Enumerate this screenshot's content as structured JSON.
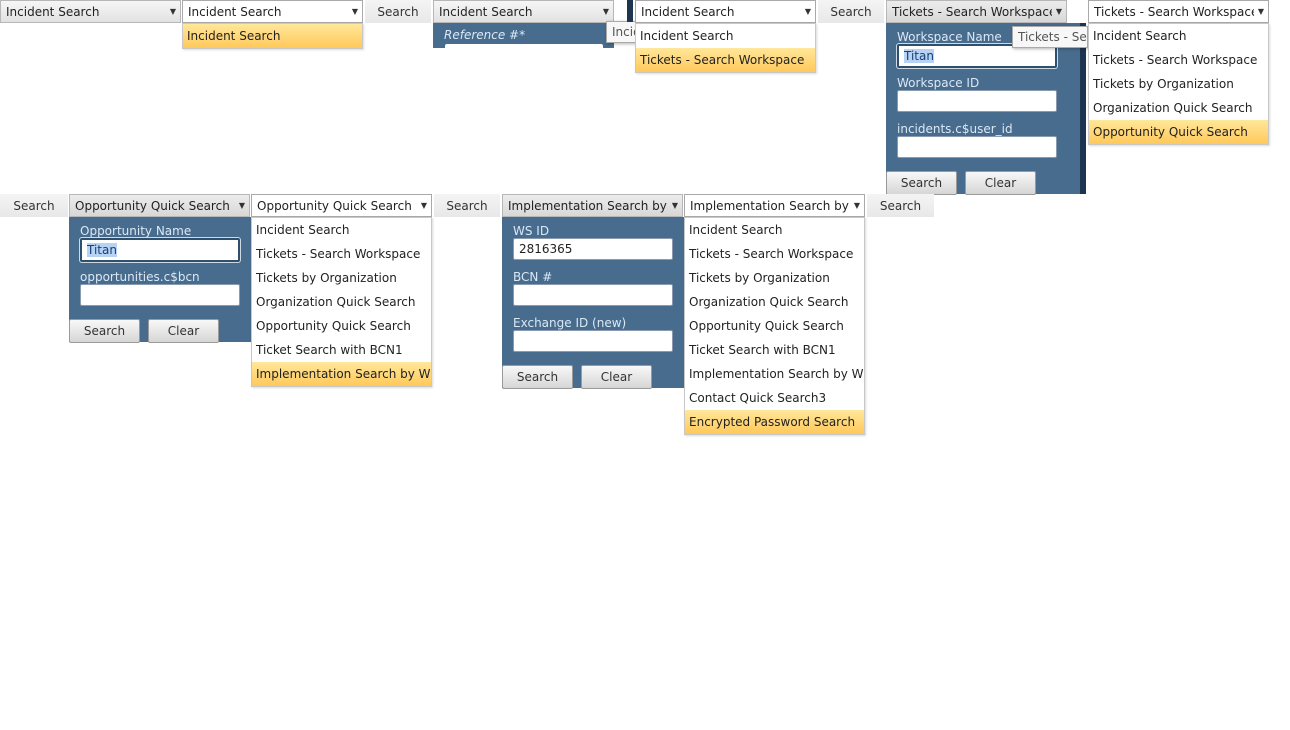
{
  "search_label": "Search",
  "clear_label": "Clear",
  "options": {
    "incident_search": "Incident Search",
    "tickets_search_workspace": "Tickets - Search Workspace",
    "tickets_by_organization": "Tickets by Organization",
    "organization_quick_search": "Organization Quick Search",
    "opportunity_quick_search": "Opportunity Quick Search",
    "ticket_search_bcn1": "Ticket Search with BCN1",
    "implementation_search_ws_id": "Implementation Search by WS ID",
    "contact_quick_search3": "Contact Quick Search3",
    "encrypted_password_search": "Encrypted Password Search"
  },
  "frame1": {
    "combo": "Incident Search"
  },
  "frame2": {
    "combo": "Incident Search",
    "list": [
      "Incident Search"
    ]
  },
  "frame3": {
    "combo": "Incident Search",
    "field_label": "Reference #*",
    "tooltip": "Incid"
  },
  "frame4": {
    "combo": "Incident Search",
    "list": [
      "Incident Search",
      "Tickets - Search Workspace"
    ]
  },
  "frame5": {
    "combo": "Tickets - Search Workspace",
    "tooltip": "Tickets - Sear",
    "fields": [
      {
        "label": "Workspace Name",
        "value": "Titan"
      },
      {
        "label": "Workspace ID",
        "value": ""
      },
      {
        "label": "incidents.c$user_id",
        "value": ""
      }
    ]
  },
  "frame6": {
    "combo": "Tickets - Search Workspace",
    "list": [
      "Incident Search",
      "Tickets - Search Workspace",
      "Tickets by Organization",
      "Organization Quick Search",
      "Opportunity Quick Search"
    ]
  },
  "frame7": {
    "combo": "Opportunity Quick Search",
    "fields": [
      {
        "label": "Opportunity Name",
        "value": "Titan"
      },
      {
        "label": "opportunities.c$bcn",
        "value": ""
      }
    ]
  },
  "frame8": {
    "combo": "Opportunity Quick Search",
    "list": [
      "Incident Search",
      "Tickets - Search Workspace",
      "Tickets by Organization",
      "Organization Quick Search",
      "Opportunity Quick Search",
      "Ticket Search with BCN1",
      "Implementation Search by WS ID"
    ]
  },
  "frame9": {
    "combo": "Implementation Search by WS ID",
    "fields": [
      {
        "label": "WS ID",
        "value": "2816365"
      },
      {
        "label": "BCN #",
        "value": ""
      },
      {
        "label": "Exchange ID (new)",
        "value": ""
      }
    ]
  },
  "frame10": {
    "combo": "Implementation Search by WS ID",
    "list": [
      "Incident Search",
      "Tickets - Search Workspace",
      "Tickets by Organization",
      "Organization Quick Search",
      "Opportunity Quick Search",
      "Ticket Search with BCN1",
      "Implementation Search by WS ID",
      "Contact Quick Search3",
      "Encrypted Password Search"
    ]
  }
}
